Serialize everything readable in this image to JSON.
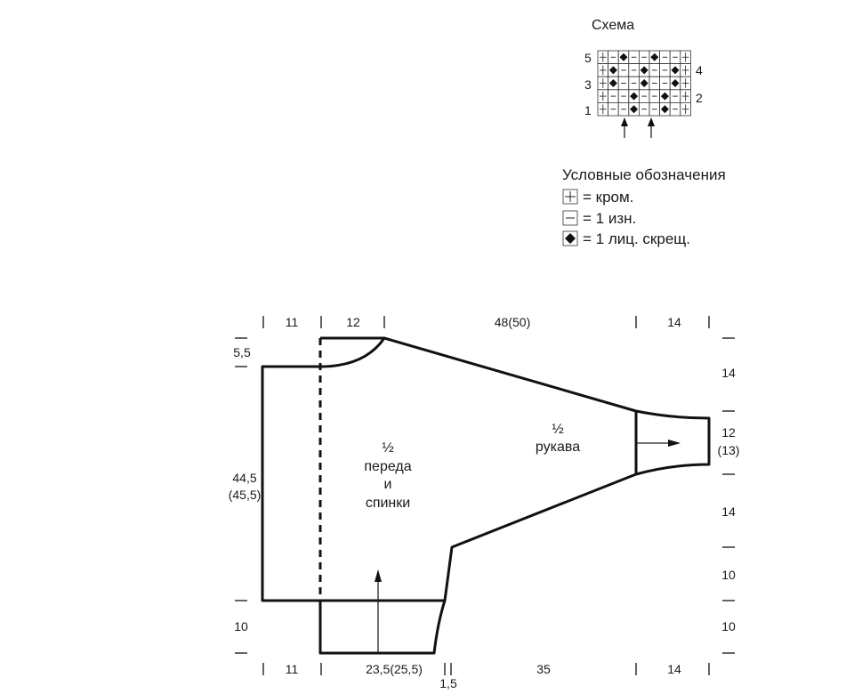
{
  "scheme": {
    "title": "Схема",
    "row_labels_left": [
      "5",
      "3",
      "1"
    ],
    "row_labels_right": [
      "4",
      "2"
    ],
    "grid": [
      [
        "edge",
        "purl",
        "knit",
        "purl",
        "purl",
        "knit",
        "purl",
        "purl",
        "edge"
      ],
      [
        "edge",
        "knit",
        "purl",
        "purl",
        "knit",
        "purl",
        "purl",
        "knit",
        "edge"
      ],
      [
        "edge",
        "knit",
        "purl",
        "purl",
        "knit",
        "purl",
        "purl",
        "knit",
        "edge"
      ],
      [
        "edge",
        "purl",
        "purl",
        "knit",
        "purl",
        "purl",
        "knit",
        "purl",
        "edge"
      ],
      [
        "edge",
        "purl",
        "purl",
        "knit",
        "purl",
        "purl",
        "knit",
        "purl",
        "edge"
      ]
    ]
  },
  "legend": {
    "title": "Условные обозначения",
    "items": [
      {
        "symbol": "edge",
        "text": "= кром."
      },
      {
        "symbol": "purl",
        "text": "= 1 изн."
      },
      {
        "symbol": "knit",
        "text": "= 1 лиц. скрещ."
      }
    ]
  },
  "pattern": {
    "body_label": [
      "½",
      "переда",
      "и",
      "спинки"
    ],
    "sleeve_label": [
      "½",
      "рукава"
    ],
    "top_dims": [
      "11",
      "12",
      "48(50)",
      "14"
    ],
    "bottom_dims": [
      "11",
      "23,5(25,5)",
      "35",
      "14"
    ],
    "bottom_small": "1,5",
    "left_dims": [
      "5,5",
      "44,5",
      "(45,5)",
      "10"
    ],
    "right_dims": [
      "14",
      "12",
      "(13)",
      "14",
      "10",
      "10"
    ]
  }
}
